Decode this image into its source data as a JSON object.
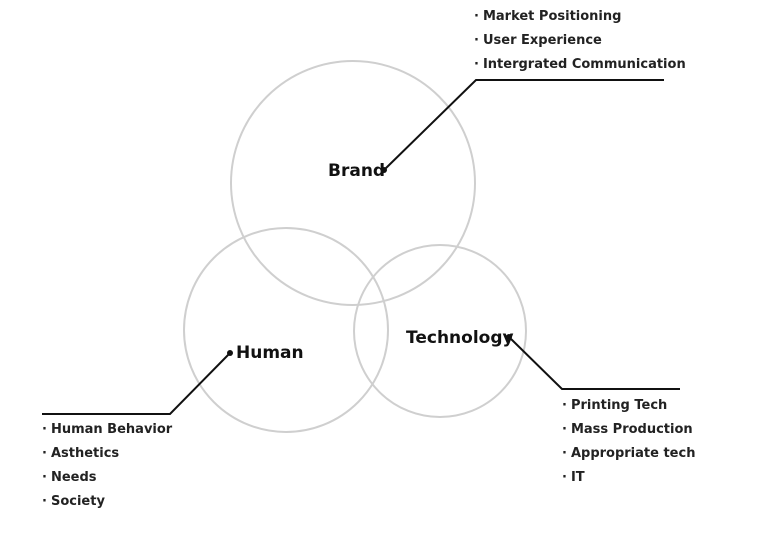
{
  "colors": {
    "circle_stroke": "#cfcfcf",
    "connector": "#111111",
    "text": "#111111"
  },
  "bullet_char": "·",
  "brand": {
    "label": "Brand",
    "items": [
      "Market Positioning",
      "User Experience",
      "Intergrated Communication"
    ]
  },
  "human": {
    "label": "Human",
    "items": [
      "Human Behavior",
      "Asthetics",
      "Needs",
      "Society"
    ]
  },
  "technology": {
    "label": "Technology",
    "items": [
      "Printing Tech",
      "Mass Production",
      "Appropriate tech",
      "IT"
    ]
  }
}
